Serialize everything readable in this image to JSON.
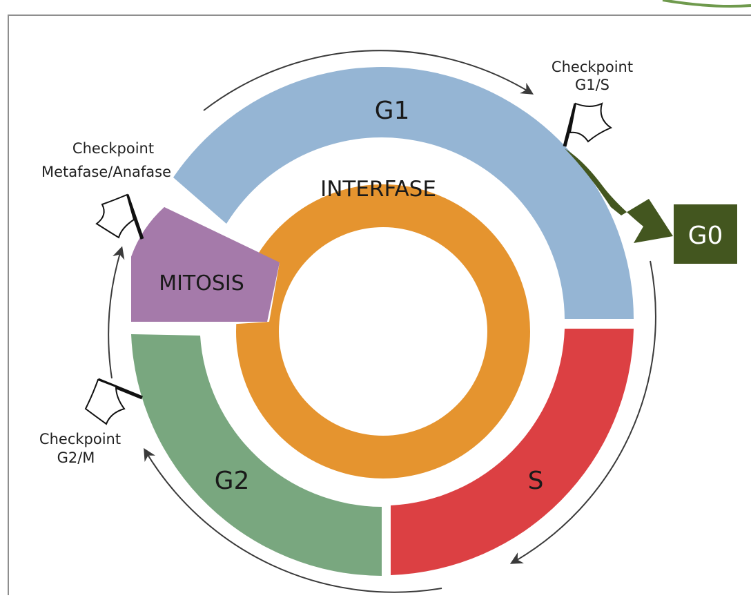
{
  "diagram": {
    "phases": {
      "g1": {
        "label": "G1",
        "color": "#95b5d4"
      },
      "s": {
        "label": "S",
        "color": "#dc4043"
      },
      "g2": {
        "label": "G2",
        "color": "#79a77f"
      },
      "mitosis": {
        "label": "MITOSIS",
        "color": "#a57aaa"
      }
    },
    "interphase": {
      "label": "INTERFASE",
      "color": "#e5942f"
    },
    "g0": {
      "label": "G0",
      "color": "#43561f"
    },
    "checkpoints": {
      "g1_s": {
        "line1": "Checkpoint",
        "line2": "G1/S"
      },
      "metafase_anafase": {
        "line1": "Checkpoint",
        "line2": "Metafase/Anafase"
      },
      "g2_m": {
        "line1": "Checkpoint",
        "line2": "G2/M"
      }
    }
  }
}
